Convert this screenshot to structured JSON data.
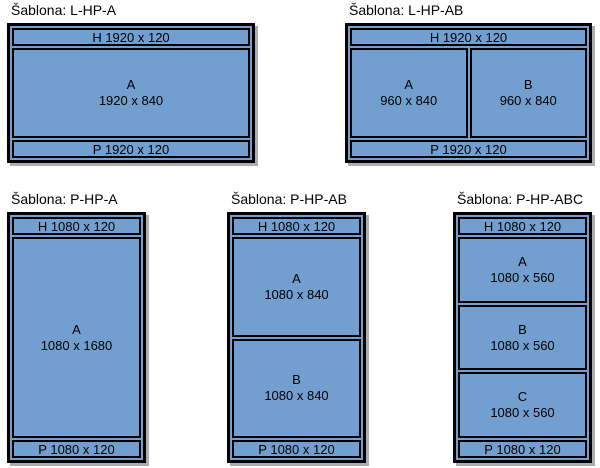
{
  "colors": {
    "region_fill": "#729FCF",
    "border": "#000000",
    "shadow": "#ADADAD",
    "page_background": "#FFFFFF",
    "text": "#000000"
  },
  "templates": [
    {
      "title": "Šablona: L-HP-A",
      "orientation": "landscape",
      "header": {
        "label": "H 1920 x 120"
      },
      "footer": {
        "label": "P 1920 x 120"
      },
      "regions": [
        {
          "name": "A",
          "size": "1920 x 840"
        }
      ]
    },
    {
      "title": "Šablona: L-HP-AB",
      "orientation": "landscape",
      "header": {
        "label": "H 1920 x 120"
      },
      "footer": {
        "label": "P 1920 x 120"
      },
      "regions": [
        {
          "name": "A",
          "size": "960 x 840"
        },
        {
          "name": "B",
          "size": "960 x 840"
        }
      ]
    },
    {
      "title": "Šablona: P-HP-A",
      "orientation": "portrait",
      "header": {
        "label": "H 1080 x 120"
      },
      "footer": {
        "label": "P 1080 x 120"
      },
      "regions": [
        {
          "name": "A",
          "size": "1080 x 1680"
        }
      ]
    },
    {
      "title": "Šablona: P-HP-AB",
      "orientation": "portrait",
      "header": {
        "label": "H 1080 x 120"
      },
      "footer": {
        "label": "P 1080 x 120"
      },
      "regions": [
        {
          "name": "A",
          "size": "1080 x 840"
        },
        {
          "name": "B",
          "size": "1080 x 840"
        }
      ]
    },
    {
      "title": "Šablona: P-HP-ABC",
      "orientation": "portrait",
      "header": {
        "label": "H 1080 x 120"
      },
      "footer": {
        "label": "P 1080 x 120"
      },
      "regions": [
        {
          "name": "A",
          "size": "1080 x 560"
        },
        {
          "name": "B",
          "size": "1080 x 560"
        },
        {
          "name": "C",
          "size": "1080 x 560"
        }
      ]
    }
  ]
}
